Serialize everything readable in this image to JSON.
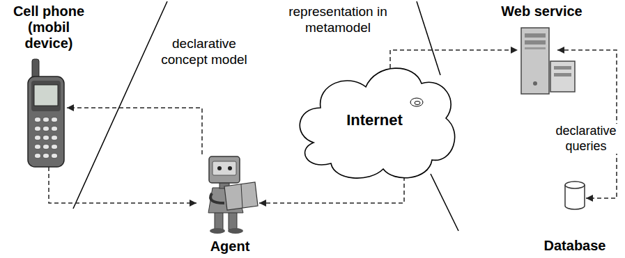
{
  "diagram": {
    "nodes": [
      {
        "text": [
          "Cell phone (mobil device)"
        ]
      },
      {
        "text": [
          "Web service"
        ]
      },
      {
        "text": [
          "Internet"
        ]
      },
      {
        "text": [
          "Agent"
        ]
      },
      {
        "text": [
          "Database"
        ]
      }
    ],
    "edges": [
      {
        "from": 3,
        "to": 0,
        "arrow": "to",
        "label": "declarative concept model"
      },
      {
        "from": 0,
        "to": 3,
        "arrow": "to"
      },
      {
        "from": 2,
        "to": 3,
        "arrow": "to"
      },
      {
        "from": 2,
        "to": 1,
        "arrow": "to"
      },
      {
        "from": 1,
        "to": 4,
        "arrow": "both",
        "label": "declarative queries"
      }
    ],
    "labels": [
      "representation in metamodel"
    ]
  }
}
